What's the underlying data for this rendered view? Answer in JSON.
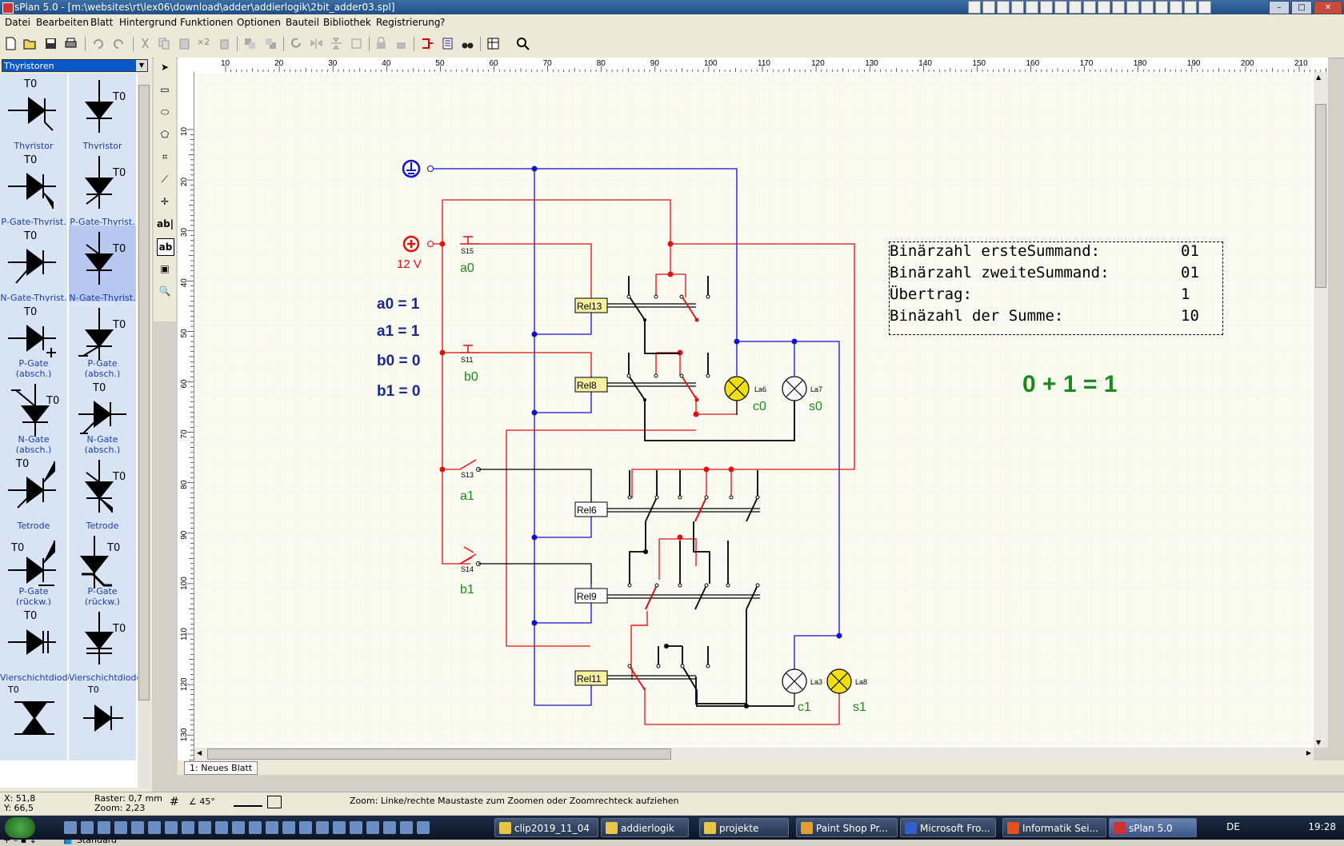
{
  "window": {
    "title": "sPlan 5.0 - [m:\\websites\\rt\\lex06\\download\\adder\\addierlogik\\2bit_adder03.spl]"
  },
  "menu": [
    "Datei",
    "Bearbeiten",
    "Blatt",
    "Hintergrund",
    "Funktionen",
    "Optionen",
    "Bauteil",
    "Bibliothek",
    "Registrierung",
    "?"
  ],
  "library": {
    "category": "Thyristoren",
    "items": [
      {
        "label": "Thyristor",
        "tag": "T0"
      },
      {
        "label": "Thyristor",
        "tag": "T0"
      },
      {
        "label": "P-Gate-Thyrist.",
        "tag": "T0"
      },
      {
        "label": "P-Gate-Thyrist.",
        "tag": "T0"
      },
      {
        "label": "N-Gate-Thyrist.",
        "tag": "T0"
      },
      {
        "label": "N-Gate-Thyrist.",
        "tag": "T0"
      },
      {
        "label": "P-Gate (absch.)",
        "tag": "T0"
      },
      {
        "label": "P-Gate (absch.)",
        "tag": "T0"
      },
      {
        "label": "N-Gate (absch.)",
        "tag": "T0"
      },
      {
        "label": "N-Gate (absch.)",
        "tag": "T0"
      },
      {
        "label": "Tetrode",
        "tag": "T0"
      },
      {
        "label": "Tetrode",
        "tag": "T0"
      },
      {
        "label": "P-Gate (rückw.)",
        "tag": "T0"
      },
      {
        "label": "P-Gate (rückw.)",
        "tag": "T0"
      },
      {
        "label": "Vierschichtdiode",
        "tag": "T0"
      },
      {
        "label": "Vierschichtdiode",
        "tag": "T0"
      },
      {
        "label": "",
        "tag": "T0"
      },
      {
        "label": "",
        "tag": "T0"
      }
    ],
    "footer_label": "Standard"
  },
  "ruler": {
    "top": [
      "10",
      "20",
      "30",
      "40",
      "50",
      "60",
      "70",
      "80",
      "90",
      "100",
      "110",
      "120",
      "130",
      "140",
      "150",
      "160",
      "170",
      "180",
      "190",
      "200",
      "210"
    ],
    "left": [
      "10",
      "20",
      "30",
      "40",
      "50",
      "60",
      "70",
      "80",
      "90",
      "100",
      "110",
      "120",
      "130"
    ]
  },
  "schematic": {
    "supply_label": "12 V",
    "switch_labels": [
      "S15",
      "S11",
      "S13",
      "S14"
    ],
    "input_labels": [
      "a0",
      "b0",
      "a1",
      "b1"
    ],
    "relay_labels": [
      "Rel13",
      "Rel8",
      "Rel6",
      "Rel9",
      "Rel11"
    ],
    "lamp_labels": [
      "La6",
      "La7",
      "La3",
      "La8"
    ],
    "output_labels": [
      "c0",
      "s0",
      "c1",
      "s1"
    ],
    "inputs_text": [
      "a0 = 1",
      "a1 = 1",
      "b0 = 0",
      "b1 = 0"
    ],
    "info_rows": [
      {
        "label": "Binärzahl ersteSummand:",
        "value": "01"
      },
      {
        "label": "Binärzahl zweiteSummand:",
        "value": "01"
      },
      {
        "label": "Übertrag:",
        "value": "1"
      },
      {
        "label": "Binäzahl der Summe:",
        "value": "10"
      }
    ],
    "equation": "0 + 1 = 1",
    "colors": {
      "active": "#e01010",
      "ground": "#1010d0",
      "idle": "#000000",
      "lamp_on": "#f0e010",
      "green": "#1a8a1a",
      "navy": "#1a2a8a"
    }
  },
  "sheet_tab": "1: Neues Blatt",
  "status": {
    "x": "X: 51,8",
    "y": "Y: 66,5",
    "raster": "Raster:  0,7 mm",
    "zoom": "Zoom:    2,23",
    "angle": "45°",
    "hint": "Zoom: Linke/rechte Maustaste zum Zoomen oder Zoomrechteck aufziehen"
  },
  "taskbar": {
    "tasks": [
      "clip2019_11_04",
      "addierlogik",
      "projekte",
      "Paint Shop Pr...",
      "Microsoft Fro...",
      "Informatik Sei...",
      "sPlan 5.0"
    ],
    "lang": "DE",
    "clock": "19:28"
  }
}
